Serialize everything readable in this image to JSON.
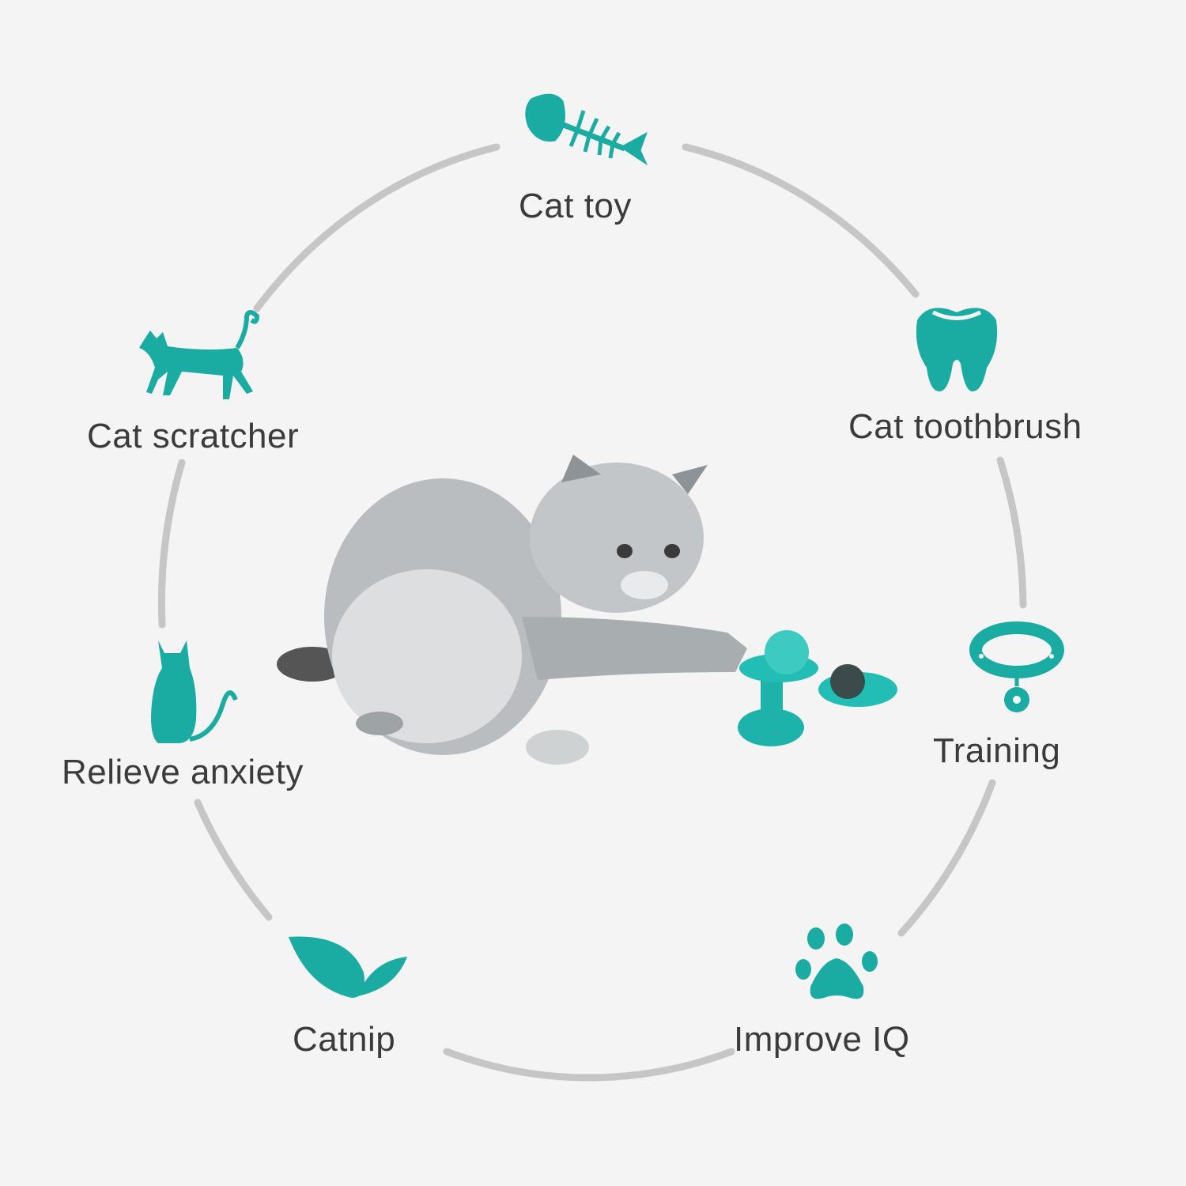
{
  "colors": {
    "accent": "#1aaba3",
    "ring": "#c6c6c6",
    "text": "#3b3b3b",
    "background": "#f4f4f4"
  },
  "features": [
    {
      "label": "Cat toy",
      "icon": "fish-bone-icon"
    },
    {
      "label": "Cat toothbrush",
      "icon": "tooth-icon"
    },
    {
      "label": "Training",
      "icon": "collar-icon"
    },
    {
      "label": "Improve IQ",
      "icon": "paw-icon"
    },
    {
      "label": "Catnip",
      "icon": "leaf-icon"
    },
    {
      "label": "Relieve anxiety",
      "icon": "sitting-cat-icon"
    },
    {
      "label": "Cat scratcher",
      "icon": "walking-cat-icon"
    }
  ]
}
